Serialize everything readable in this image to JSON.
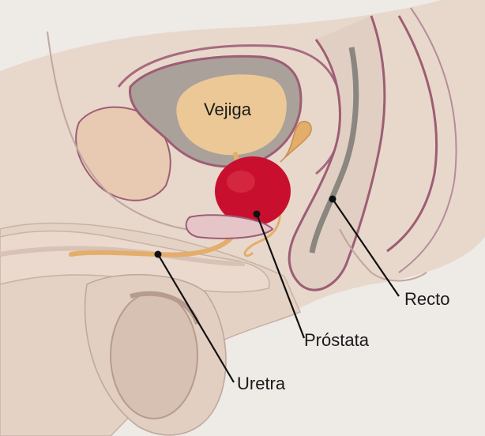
{
  "labels": {
    "bladder": "Vejiga",
    "rectum": "Recto",
    "prostate": "Próstata",
    "urethra": "Uretra"
  },
  "colors": {
    "background": "#eeeae6",
    "tissue": "#e6d6c8",
    "outline": "#a86a80",
    "bladder": "#ecc896",
    "prostate": "#c8102e",
    "urethra": "#e3ae6c"
  }
}
